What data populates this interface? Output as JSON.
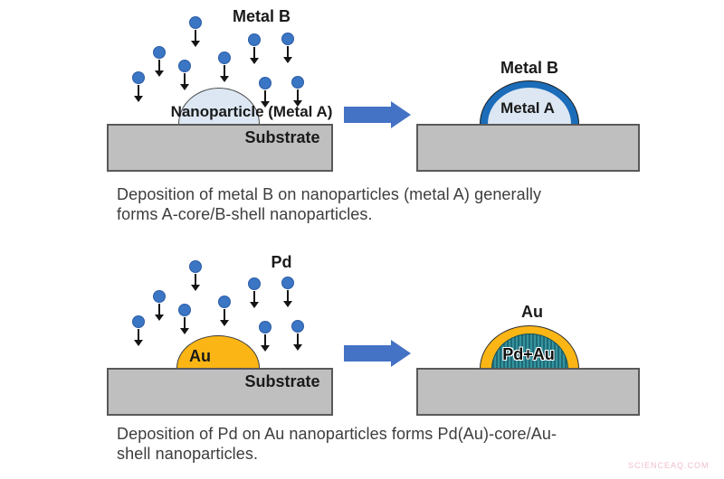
{
  "colors": {
    "atom_blue": "#3b76c4",
    "arrow_blue": "#4472c4",
    "shell_blue": "#1b6dba",
    "light_blue_core": "#dce7f3",
    "gold": "#fbb616",
    "teal_core_dark": "#1e6a75",
    "teal_core_light": "#35939f",
    "substrate_gray": "#bfbfbf"
  },
  "top_row": {
    "before": {
      "falling_metal_label": "Metal B",
      "particle_label": "Nanoparticle (Metal A)",
      "substrate_label": "Substrate"
    },
    "after": {
      "shell_label": "Metal B",
      "core_label": "Metal A"
    },
    "caption_lines": [
      "Deposition of metal B on nanoparticles (metal A) generally",
      "forms A-core/B-shell nanoparticles."
    ]
  },
  "bottom_row": {
    "before": {
      "falling_metal_label": "Pd",
      "particle_label": "Au",
      "substrate_label": "Substrate"
    },
    "after": {
      "shell_label": "Au",
      "core_label": "Pd+Au"
    },
    "caption_lines": [
      "Deposition of Pd on Au nanoparticles forms Pd(Au)-core/Au-",
      "shell nanoparticles."
    ]
  },
  "watermark": "SCIENCEAQ.COM"
}
